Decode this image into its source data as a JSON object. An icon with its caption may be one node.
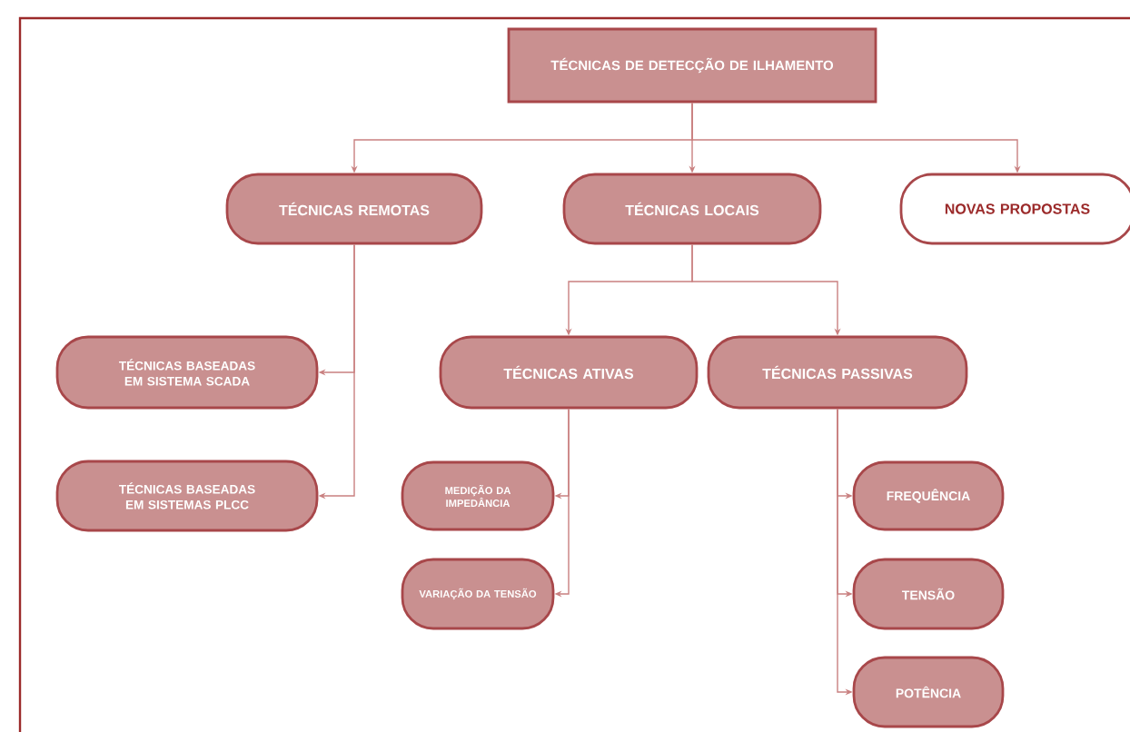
{
  "diagram": {
    "nodes": [
      {
        "text": [
          "TÉCNICAS DE DETECÇÃO DE ILHAMENTO"
        ]
      },
      {
        "text": [
          "TÉCNICAS REMOTAS"
        ]
      },
      {
        "text": [
          "TÉCNICAS LOCAIS"
        ]
      },
      {
        "text": [
          "NOVAS PROPOSTAS"
        ]
      },
      {
        "text": [
          "TÉCNICAS BASEADAS EM SISTEMA SCADA"
        ]
      },
      {
        "text": [
          "TÉCNICAS BASEADAS EM SISTEMAS PLCC"
        ]
      },
      {
        "text": [
          "TÉCNICAS ATIVAS"
        ]
      },
      {
        "text": [
          "TÉCNICAS PASSIVAS"
        ]
      },
      {
        "text": [
          "MEDIÇÃO DA IMPEDÂNCIA"
        ]
      },
      {
        "text": [
          "VARIAÇÃO DA TENSÃO"
        ]
      },
      {
        "text": [
          "FREQUÊNCIA"
        ]
      },
      {
        "text": [
          "TENSÃO"
        ]
      },
      {
        "text": [
          "POTÊNCIA"
        ]
      }
    ],
    "edges": [
      {
        "from": 0,
        "to": 1,
        "arrow": "to"
      },
      {
        "from": 0,
        "to": 2,
        "arrow": "to"
      },
      {
        "from": 0,
        "to": 3,
        "arrow": "to"
      },
      {
        "from": 1,
        "to": 4,
        "arrow": "to"
      },
      {
        "from": 1,
        "to": 5,
        "arrow": "to"
      },
      {
        "from": 2,
        "to": 6,
        "arrow": "to"
      },
      {
        "from": 2,
        "to": 7,
        "arrow": "to"
      },
      {
        "from": 6,
        "to": 8,
        "arrow": "to"
      },
      {
        "from": 6,
        "to": 9,
        "arrow": "to"
      },
      {
        "from": 7,
        "to": 10,
        "arrow": "to"
      },
      {
        "from": 7,
        "to": 11,
        "arrow": "to"
      },
      {
        "from": 7,
        "to": 12,
        "arrow": "to"
      }
    ]
  }
}
